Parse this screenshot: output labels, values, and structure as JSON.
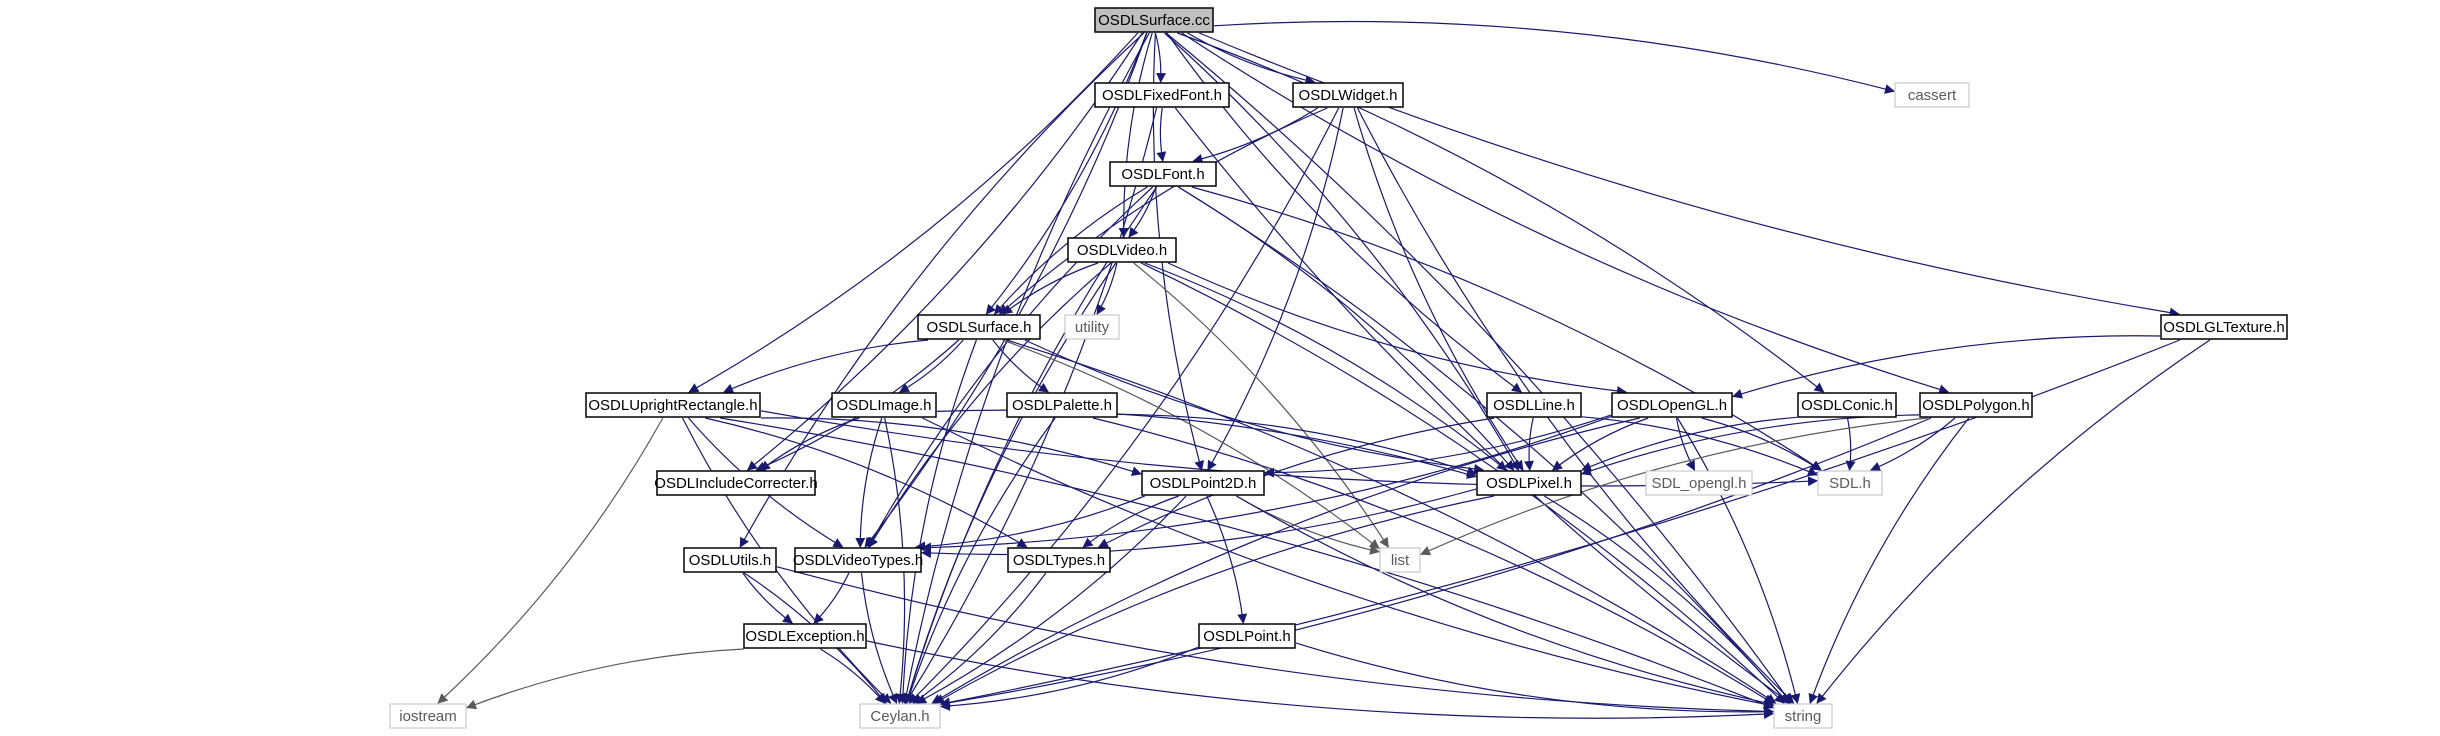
{
  "diagram": {
    "kind": "include-dependency-graph",
    "colors": {
      "edge": "#191970",
      "edge_secondary": "#5a5a5a",
      "root_fill": "#bfbfbf",
      "node_border": "#000000",
      "external_border": "#bfbfbf",
      "external_text": "#5a5a5a",
      "node_fill": "#ffffff"
    },
    "nodes": [
      {
        "id": "surfacecc",
        "label": "OSDLSurface.cc",
        "kind": "root"
      },
      {
        "id": "fixedfont",
        "label": "OSDLFixedFont.h",
        "kind": "header"
      },
      {
        "id": "widget",
        "label": "OSDLWidget.h",
        "kind": "header"
      },
      {
        "id": "cassert",
        "label": "cassert",
        "kind": "external"
      },
      {
        "id": "font",
        "label": "OSDLFont.h",
        "kind": "header"
      },
      {
        "id": "video",
        "label": "OSDLVideo.h",
        "kind": "header"
      },
      {
        "id": "utility",
        "label": "utility",
        "kind": "external"
      },
      {
        "id": "surfaceh",
        "label": "OSDLSurface.h",
        "kind": "header"
      },
      {
        "id": "gltexture",
        "label": "OSDLGLTexture.h",
        "kind": "header"
      },
      {
        "id": "uprect",
        "label": "OSDLUprightRectangle.h",
        "kind": "header"
      },
      {
        "id": "image",
        "label": "OSDLImage.h",
        "kind": "header"
      },
      {
        "id": "palette",
        "label": "OSDLPalette.h",
        "kind": "header"
      },
      {
        "id": "line",
        "label": "OSDLLine.h",
        "kind": "header"
      },
      {
        "id": "opengl",
        "label": "OSDLOpenGL.h",
        "kind": "header"
      },
      {
        "id": "conic",
        "label": "OSDLConic.h",
        "kind": "header"
      },
      {
        "id": "polygon",
        "label": "OSDLPolygon.h",
        "kind": "header"
      },
      {
        "id": "inccorr",
        "label": "OSDLIncludeCorrecter.h",
        "kind": "header"
      },
      {
        "id": "point2d",
        "label": "OSDLPoint2D.h",
        "kind": "header"
      },
      {
        "id": "pixel",
        "label": "OSDLPixel.h",
        "kind": "header"
      },
      {
        "id": "sdlopengl",
        "label": "SDL_opengl.h",
        "kind": "external"
      },
      {
        "id": "sdlh",
        "label": "SDL.h",
        "kind": "external"
      },
      {
        "id": "utils",
        "label": "OSDLUtils.h",
        "kind": "header"
      },
      {
        "id": "videotypes",
        "label": "OSDLVideoTypes.h",
        "kind": "header"
      },
      {
        "id": "types",
        "label": "OSDLTypes.h",
        "kind": "header"
      },
      {
        "id": "list",
        "label": "list",
        "kind": "external"
      },
      {
        "id": "exception",
        "label": "OSDLException.h",
        "kind": "header"
      },
      {
        "id": "point",
        "label": "OSDLPoint.h",
        "kind": "header"
      },
      {
        "id": "iostream",
        "label": "iostream",
        "kind": "external"
      },
      {
        "id": "ceylan",
        "label": "Ceylan.h",
        "kind": "external"
      },
      {
        "id": "string",
        "label": "string",
        "kind": "external"
      }
    ],
    "edges": [
      [
        "surfacecc",
        "fixedfont"
      ],
      [
        "surfacecc",
        "widget"
      ],
      [
        "surfacecc",
        "cassert"
      ],
      [
        "surfacecc",
        "video"
      ],
      [
        "surfacecc",
        "surfaceh"
      ],
      [
        "surfacecc",
        "gltexture"
      ],
      [
        "surfacecc",
        "uprect"
      ],
      [
        "surfacecc",
        "line"
      ],
      [
        "surfacecc",
        "conic"
      ],
      [
        "surfacecc",
        "polygon"
      ],
      [
        "surfacecc",
        "inccorr"
      ],
      [
        "surfacecc",
        "point2d"
      ],
      [
        "surfacecc",
        "pixel"
      ],
      [
        "surfacecc",
        "utils"
      ],
      [
        "surfacecc",
        "videotypes"
      ],
      [
        "surfacecc",
        "ceylan"
      ],
      [
        "surfacecc",
        "string"
      ],
      [
        "fixedfont",
        "font"
      ],
      [
        "fixedfont",
        "ceylan"
      ],
      [
        "fixedfont",
        "string"
      ],
      [
        "widget",
        "font"
      ],
      [
        "widget",
        "surfaceh"
      ],
      [
        "widget",
        "point2d"
      ],
      [
        "widget",
        "pixel"
      ],
      [
        "widget",
        "ceylan"
      ],
      [
        "widget",
        "string"
      ],
      [
        "font",
        "video"
      ],
      [
        "font",
        "surfaceh"
      ],
      [
        "font",
        "pixel"
      ],
      [
        "font",
        "videotypes"
      ],
      [
        "font",
        "sdlh"
      ],
      [
        "font",
        "ceylan"
      ],
      [
        "font",
        "string"
      ],
      [
        "video",
        "surfaceh"
      ],
      [
        "video",
        "utility"
      ],
      [
        "video",
        "opengl"
      ],
      [
        "video",
        "pixel"
      ],
      [
        "video",
        "videotypes"
      ],
      [
        "video",
        "list"
      ],
      [
        "video",
        "ceylan"
      ],
      [
        "video",
        "string"
      ],
      [
        "surfaceh",
        "uprect"
      ],
      [
        "surfaceh",
        "image"
      ],
      [
        "surfaceh",
        "palette"
      ],
      [
        "surfaceh",
        "inccorr"
      ],
      [
        "surfaceh",
        "pixel"
      ],
      [
        "surfaceh",
        "list"
      ],
      [
        "surfaceh",
        "ceylan"
      ],
      [
        "surfaceh",
        "string"
      ],
      [
        "gltexture",
        "opengl"
      ],
      [
        "gltexture",
        "ceylan"
      ],
      [
        "gltexture",
        "string"
      ],
      [
        "uprect",
        "point2d"
      ],
      [
        "uprect",
        "videotypes"
      ],
      [
        "uprect",
        "types"
      ],
      [
        "uprect",
        "sdlh"
      ],
      [
        "uprect",
        "iostream"
      ],
      [
        "uprect",
        "ceylan"
      ],
      [
        "uprect",
        "string"
      ],
      [
        "image",
        "inccorr"
      ],
      [
        "image",
        "pixel"
      ],
      [
        "image",
        "videotypes"
      ],
      [
        "image",
        "ceylan"
      ],
      [
        "image",
        "string"
      ],
      [
        "palette",
        "pixel"
      ],
      [
        "palette",
        "ceylan"
      ],
      [
        "palette",
        "string"
      ],
      [
        "line",
        "pixel"
      ],
      [
        "line",
        "sdlh"
      ],
      [
        "line",
        "types"
      ],
      [
        "opengl",
        "point2d"
      ],
      [
        "opengl",
        "pixel"
      ],
      [
        "opengl",
        "videotypes"
      ],
      [
        "opengl",
        "sdlopengl"
      ],
      [
        "opengl",
        "sdlh"
      ],
      [
        "opengl",
        "ceylan"
      ],
      [
        "opengl",
        "string"
      ],
      [
        "conic",
        "pixel"
      ],
      [
        "conic",
        "sdlh"
      ],
      [
        "polygon",
        "pixel"
      ],
      [
        "polygon",
        "sdlh"
      ],
      [
        "polygon",
        "list"
      ],
      [
        "polygon",
        "ceylan"
      ],
      [
        "polygon",
        "string"
      ],
      [
        "point2d",
        "videotypes"
      ],
      [
        "point2d",
        "types"
      ],
      [
        "point2d",
        "point"
      ],
      [
        "point2d",
        "list"
      ],
      [
        "point2d",
        "ceylan"
      ],
      [
        "point2d",
        "string"
      ],
      [
        "pixel",
        "videotypes"
      ],
      [
        "pixel",
        "ceylan"
      ],
      [
        "pixel",
        "string"
      ],
      [
        "utils",
        "exception"
      ],
      [
        "utils",
        "ceylan"
      ],
      [
        "utils",
        "string"
      ],
      [
        "videotypes",
        "exception"
      ],
      [
        "videotypes",
        "ceylan"
      ],
      [
        "types",
        "ceylan"
      ],
      [
        "exception",
        "iostream"
      ],
      [
        "exception",
        "ceylan"
      ],
      [
        "exception",
        "string"
      ],
      [
        "point",
        "ceylan"
      ],
      [
        "point",
        "string"
      ]
    ]
  }
}
